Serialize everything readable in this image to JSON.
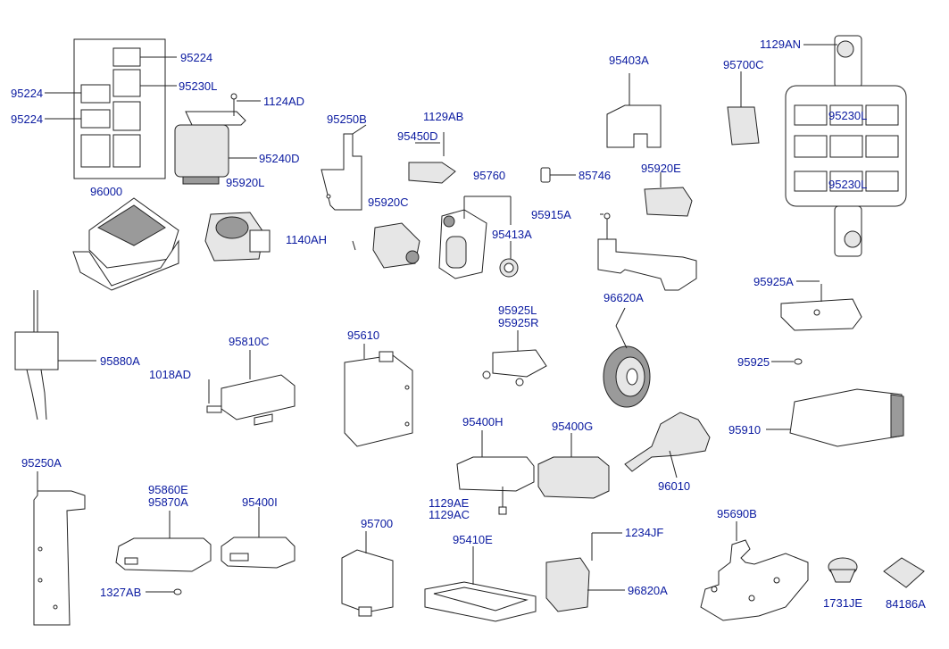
{
  "labels": {
    "l95224_a": "95224",
    "l95224_b": "95224",
    "l95224_c": "95224",
    "l95230L_a": "95230L",
    "l1124AD": "1124AD",
    "l95240D": "95240D",
    "l96000": "96000",
    "l95920L": "95920L",
    "l95250B": "95250B",
    "l1129AB": "1129AB",
    "l95450D": "95450D",
    "l95760": "95760",
    "l85746": "85746",
    "l95403A": "95403A",
    "l95700C": "95700C",
    "l1129AN": "1129AN",
    "l95230L_b": "95230L",
    "l95230L_c": "95230L",
    "l95920E": "95920E",
    "l95915A": "95915A",
    "l95920C": "95920C",
    "l95413A": "95413A",
    "l1140AH": "1140AH",
    "l95925A": "95925A",
    "l96620A": "96620A",
    "l95925": "95925",
    "l95880A": "95880A",
    "l95810C": "95810C",
    "l1018AD": "1018AD",
    "l95610": "95610",
    "l95925L": "95925L",
    "l95925R": "95925R",
    "l95400H": "95400H",
    "l95400G": "95400G",
    "l96010": "96010",
    "l95910": "95910",
    "l95250A": "95250A",
    "l95860E": "95860E",
    "l95870A": "95870A",
    "l95400I": "95400I",
    "l1327AB": "1327AB",
    "l95700": "95700",
    "l1129AE": "1129AE",
    "l1129AC": "1129AC",
    "l95410E": "95410E",
    "l1234JF": "1234JF",
    "l96820A": "96820A",
    "l95690B": "95690B",
    "l1731JE": "1731JE",
    "l84186A": "84186A"
  }
}
